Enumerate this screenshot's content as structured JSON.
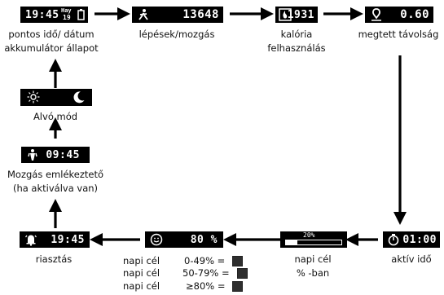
{
  "screens": {
    "time": {
      "value": "19:45",
      "day": "Hay",
      "date": "19"
    },
    "steps": {
      "value": "13648"
    },
    "calories": {
      "value": "1931"
    },
    "distance": {
      "value": "0.60"
    },
    "active": {
      "value": "01:00"
    },
    "goal": {
      "value": "20%",
      "fill_fraction": 0.2
    },
    "status": {
      "value": "80 %"
    },
    "alarm": {
      "value": "19:45"
    },
    "reminder": {
      "value": "09:45"
    }
  },
  "captions": {
    "time_line1": "pontos idő/ dátum",
    "time_line2": "akkumulátor állapot",
    "steps": "lépések/mozgás",
    "calories_line1": "kalória",
    "calories_line2": "felhasználás",
    "distance": "megtett távolság",
    "active": "aktív idő",
    "goal_line1": "napi cél",
    "goal_line2": "% -ban",
    "alarm": "riasztás",
    "sleep": "Alvó mód",
    "reminder_line1": "Mozgás emlékeztető",
    "reminder_line2": "(ha aktiválva van)"
  },
  "legend": [
    {
      "label": "napi cél",
      "range": "0-49% ="
    },
    {
      "label": "napi cél",
      "range": "50-79% ="
    },
    {
      "label": "napi cél",
      "range": "≥80% ="
    }
  ],
  "icons": [
    "battery-icon",
    "walking-person-icon",
    "flame-icon",
    "location-pin-icon",
    "stopwatch-icon",
    "smiley-face-icon",
    "alarm-bell-icon",
    "sun-icon",
    "moon-icon",
    "person-icon"
  ]
}
